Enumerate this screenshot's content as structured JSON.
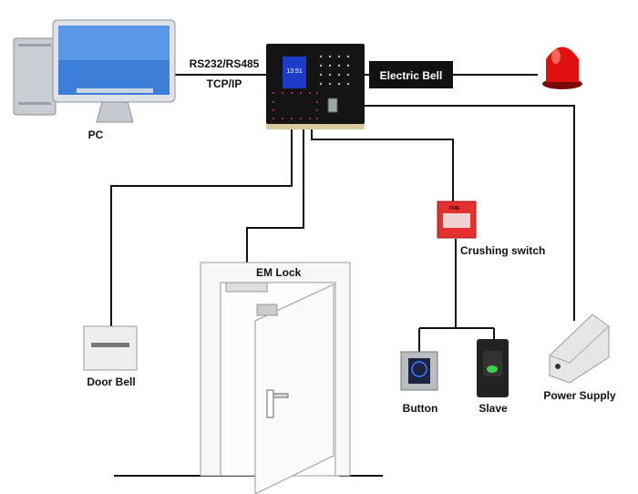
{
  "labels": {
    "pc": "PC",
    "link_line1": "RS232/RS485",
    "link_line2": "TCP/IP",
    "electric_bell": "Electric Bell",
    "crushing_switch": "Crushing switch",
    "em_lock": "EM Lock",
    "door_bell": "Door Bell",
    "button": "Button",
    "slave": "Slave",
    "power_supply": "Power Supply",
    "device_clock": "13:51",
    "fire_label": "FIRE"
  },
  "colors": {
    "wire": "#111111",
    "bell_box": "#111111",
    "siren": "#e01010",
    "fire_switch": "#e53030",
    "device": "#141414",
    "device_trim": "#d9c9a0"
  }
}
